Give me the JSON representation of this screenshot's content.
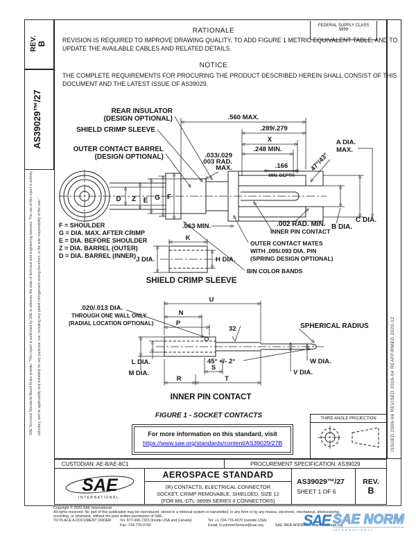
{
  "page_meta": {
    "rev_line1": "REV.",
    "rev_line2": "B",
    "doc_number_vertical": "AS39029™/27",
    "fsc_line1": "FEDERAL SUPPLY CLASS",
    "fsc_line2": "5999",
    "rationale_heading": "RATIONALE",
    "rationale_body": "REVISION IS REQUIRED TO IMPROVE DRAWING QUALITY, TO ADD FIGURE 1 METRIC EQUIVALENT TABLE, AND TO\nUPDATE THE AVAILABLE CABLES AND RELATED DETAILS.",
    "notice_heading": "NOTICE",
    "notice_body": "THE COMPLETE REQUIREMENTS FOR PROCURING THE PRODUCT DESCRIBED HEREIN SHALL CONSIST OF THIS\nDOCUMENT AND THE LATEST ISSUE OF AS39029.",
    "left_margin_line1": "SAE Technical Standards Board Rules provide: “This report is published by SAE to advance the state of technical and engineering sciences. The use of this report is entirely",
    "left_margin_line2": "voluntary, and its applicability and suitability for any particular use, including any patent infringement arising therefrom, is the sole responsibility of the user.”",
    "right_margin_dates": "ISSUED 2009-06      REVISED 2016-04      REAFFIRMED 2020-12"
  },
  "figure": {
    "labels": {
      "rear_insulator_1": "REAR INSULATOR",
      "rear_insulator_2": "(DESIGN OPTIONAL)",
      "shield_crimp_sleeve": "SHIELD CRIMP SLEEVE",
      "outer_contact_barrel_1": "OUTER CONTACT BARREL",
      "outer_contact_barrel_2": "(DESIGN OPTIONAL)",
      "dim_560": ".560 MAX.",
      "dim_289": ".289/.279",
      "dim_x": "X",
      "dim_248": ".248 MIN.",
      "dim_166": ".166",
      "dim_166_sub": "MIN. DEPTH",
      "dim_033_1": ".033/.029",
      "dim_033_2": ".003 RAD.",
      "dim_033_3": "MAX.",
      "a_dia_1": "A DIA.",
      "a_dia_2": "MAX.",
      "angle_47": "47°/43°",
      "dim_063": ".063 MIN.",
      "dim_002": ".002 RAD. MIN.",
      "inner_pin_label": "INNER PIN CONTACT",
      "c_dia": "C DIA.",
      "b_dia": "B DIA.",
      "mates_1": "OUTER CONTACT MATES",
      "mates_2": "WITH .095/.093 DIA. PIN",
      "mates_3": "(SPRING DESIGN OPTIONAL)",
      "bin_bands": "BIN COLOR BANDS",
      "letter_d": "D",
      "letter_z": "Z",
      "letter_e": "E",
      "letter_g": "G",
      "letter_f": "F",
      "legend_f": "F = SHOULDER",
      "legend_g": "G = DIA. MAX. AFTER CRIMP",
      "legend_e": "E = DIA. BEFORE SHOULDER",
      "legend_z": "Z = DIA. BARREL (OUTER)",
      "legend_d": "D = DIA. BARREL (INNER)",
      "dim_k": "K",
      "j_dia": "J DIA.",
      "h_dia": "H DIA.",
      "sleeve_caption": "SHIELD CRIMP SLEEVE",
      "hole_1": ".020/.013 DIA.",
      "hole_2": "THROUGH ONE WALL ONLY",
      "hole_3": "(RADIAL LOCATION OPTIONAL)",
      "dim_u": "U",
      "dim_n": "N",
      "dim_p": "P",
      "finish_32": "32",
      "spherical": "SPHERICAL RADIUS",
      "l_dia": "L DIA.",
      "m_dia": "M DIA.",
      "angle_45": "45° +/- 2°",
      "w_dia": "W DIA.",
      "v_dia": "V DIA.",
      "dim_s": "S",
      "dim_r": "R",
      "dim_t": "T",
      "pin_caption": "INNER PIN CONTACT",
      "figure_caption": "FIGURE 1 - SOCKET CONTACTS"
    }
  },
  "info_box": {
    "line1": "For more information on this standard, visit",
    "link": "https://www.sae.org/standards/content/AS39029/27B"
  },
  "projection": {
    "title": "THIRD ANGLE PROJECTION"
  },
  "title_block": {
    "custodian": "CUSTODIAN: AE-8/AE-8C1",
    "procurement": "PROCUREMENT SPECIFICATION: AS39029",
    "standard_type": "AEROSPACE STANDARD",
    "subtitle_1": "(R) CONTACTS, ELECTRICAL CONNECTOR",
    "subtitle_2": "SOCKET, CRIMP REMOVABLE, SHIELDED, SIZE 12",
    "subtitle_3": "(FOR MIL-DTL-38999 SERIES II CONNECTORS)",
    "doc_number": "AS39029™/27",
    "sheet": "SHEET 1 OF 6",
    "rev_label": "REV.",
    "rev_value": "B",
    "logo_text": "SAE",
    "logo_sub": "INTERNATIONAL."
  },
  "footer": {
    "copyright": "Copyright © 2020 SAE International",
    "rights": "All rights reserved. No part of this publication may be reproduced, stored in a retrieval system or transmitted, in any form or by any means, electronic, mechanical, photocopying,\nrecording, or otherwise, without the prior written permission of SAE.",
    "order_label": "TO PLACE A DOCUMENT ORDER:",
    "tel_1": "Tel: 877-606-7323 (inside USA and Canada)",
    "tel_2": "Tel: +1 724-776-4970 (outside USA)",
    "fax": "Fax: 724-776-0790",
    "email": "Email: CustomerService@sae.org",
    "web": "SAE WEB ADDRESS: http://www.sae.org"
  },
  "watermark": {
    "sae": "SAE",
    "norm": "SAE NORM",
    "intl": "INTERNATIONAL"
  },
  "colors": {
    "link_blue": "#0000dd",
    "sae_blue": "#1b62ad",
    "watermark_blue": "#5b9bd5"
  }
}
